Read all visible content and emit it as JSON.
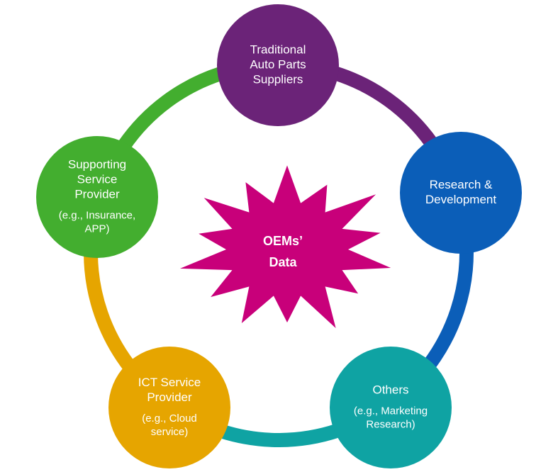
{
  "diagram": {
    "center": {
      "lines": [
        "OEMs’",
        "Data"
      ],
      "color": "#c8007a"
    },
    "nodes": [
      {
        "id": "traditional-auto-parts-suppliers",
        "title_lines": [
          "Traditional",
          "Auto Parts",
          "Suppliers"
        ],
        "note_lines": [],
        "color": "#6b2378"
      },
      {
        "id": "research-development",
        "title_lines": [
          "Research &",
          "Development"
        ],
        "note_lines": [],
        "color": "#0b5eb8"
      },
      {
        "id": "others",
        "title_lines": [
          "Others"
        ],
        "note_lines": [
          "(e.g., Marketing",
          "Research)"
        ],
        "color": "#0fa3a3"
      },
      {
        "id": "ict-service-provider",
        "title_lines": [
          "ICT Service",
          "Provider"
        ],
        "note_lines": [
          "(e.g., Cloud",
          "service)"
        ],
        "color": "#e6a500"
      },
      {
        "id": "supporting-service-provider",
        "title_lines": [
          "Supporting",
          "Service",
          "Provider"
        ],
        "note_lines": [
          "(e.g., Insurance,",
          "APP)"
        ],
        "color": "#43ae2f"
      }
    ]
  }
}
